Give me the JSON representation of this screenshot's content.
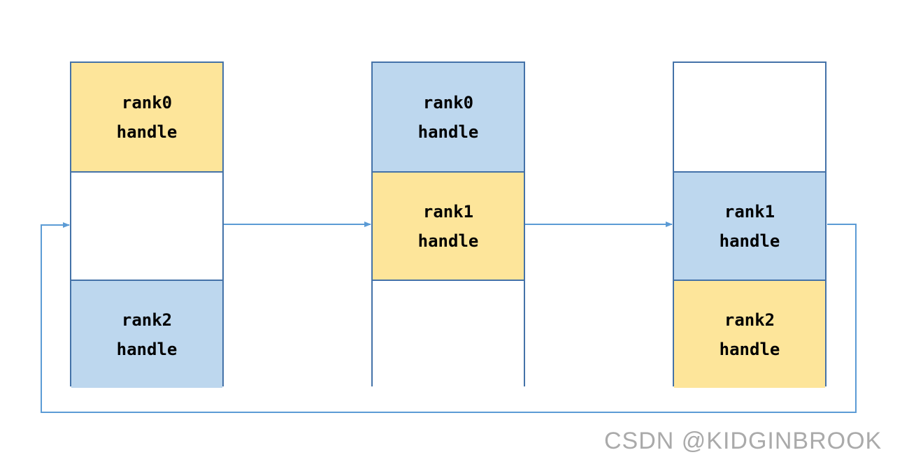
{
  "colors": {
    "border": "#4472a8",
    "arrow": "#5b9bd5",
    "yellow": "#fde59a",
    "blue": "#bdd7ee",
    "white": "#ffffff",
    "watermark": "#aaaaaa"
  },
  "columns": [
    {
      "cells": [
        {
          "fill": "yellow",
          "line1": "rank0",
          "line2": "handle"
        },
        {
          "fill": "white",
          "line1": "",
          "line2": ""
        },
        {
          "fill": "blue",
          "line1": "rank2",
          "line2": "handle"
        }
      ]
    },
    {
      "cells": [
        {
          "fill": "blue",
          "line1": "rank0",
          "line2": "handle"
        },
        {
          "fill": "yellow",
          "line1": "rank1",
          "line2": "handle"
        },
        {
          "fill": "white",
          "line1": "",
          "line2": ""
        }
      ]
    },
    {
      "cells": [
        {
          "fill": "white",
          "line1": "",
          "line2": ""
        },
        {
          "fill": "blue",
          "line1": "rank1",
          "line2": "handle"
        },
        {
          "fill": "yellow",
          "line1": "rank2",
          "line2": "handle"
        }
      ]
    }
  ],
  "watermark": "CSDN @KIDGINBROOK"
}
